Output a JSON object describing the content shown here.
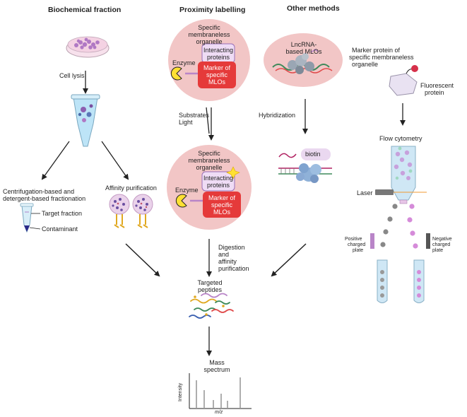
{
  "headers": {
    "biochemical": "Biochemical fraction",
    "proximity": "Proximity labelling",
    "other": "Other methods"
  },
  "biochemical": {
    "cell_lysis": "Cell lysis",
    "centrifugation_l1": "Centrifugation-based and",
    "centrifugation_l2": "detergent-based fractionation",
    "target_fraction": "Target fraction",
    "contaminant": "Contaminant",
    "affinity_purification": "Affinity purification"
  },
  "proximity": {
    "organelle_l1": "Specific",
    "organelle_l2": "membraneless",
    "organelle_l3": "organelle",
    "interacting_l1": "Interacting",
    "interacting_l2": "proteins",
    "marker_l1": "Marker of",
    "marker_l2": "specific",
    "marker_l3": "MLOs",
    "enzyme": "Enzyme",
    "substrates": "Substrates",
    "light": "Light",
    "digestion_l1": "Digestion",
    "digestion_l2": "and",
    "digestion_l3": "affinity",
    "digestion_l4": "purification",
    "targeted_l1": "Targeted",
    "targeted_l2": "peptides",
    "mass_l1": "Mass",
    "mass_l2": "spectrum",
    "intensity": "Intensity",
    "mz": "m/z"
  },
  "other": {
    "lncrna_l1": "LncRNA-",
    "lncrna_l2": "based MLOs",
    "hybridization": "Hybridization",
    "biotin": "biotin",
    "marker_protein_l1": "Marker protein of",
    "marker_protein_l2": "specific membraneless",
    "marker_protein_l3": "organelle",
    "fluorescent_l1": "Fluorescent",
    "fluorescent_l2": "protein",
    "flow_cytometry": "Flow cytometry",
    "laser": "Laser",
    "positive_l1": "Positive",
    "positive_l2": "charged",
    "positive_l3": "plate",
    "negative_l1": "Negative",
    "negative_l2": "charged",
    "negative_l3": "plate"
  },
  "colors": {
    "organelle_pink": "#f2c6c6",
    "marker_red": "#e53a3a",
    "interacting_lilac": "#efdcf5",
    "enzyme_yellow": "#ffe033",
    "lilac_cell": "#c8a8d8",
    "cell_purple": "#b58bc9"
  }
}
